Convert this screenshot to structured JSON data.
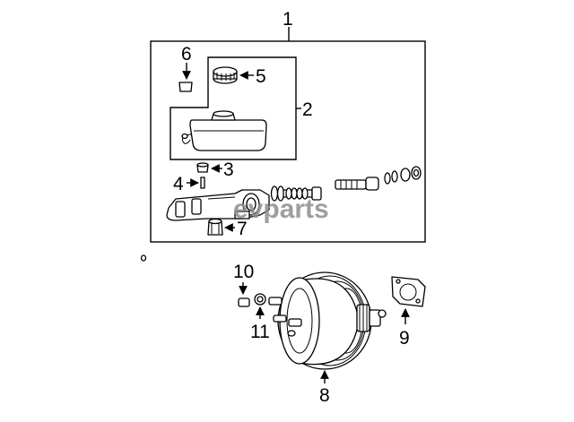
{
  "callouts": {
    "c1": "1",
    "c2": "2",
    "c3": "3",
    "c4": "4",
    "c5": "5",
    "c6": "6",
    "c7": "7",
    "c8": "8",
    "c9": "9",
    "c10": "10",
    "c11": "11"
  },
  "watermark": "evparts",
  "colors": {
    "stroke": "#000000",
    "watermark": "#8e8e8e",
    "background": "#ffffff"
  }
}
